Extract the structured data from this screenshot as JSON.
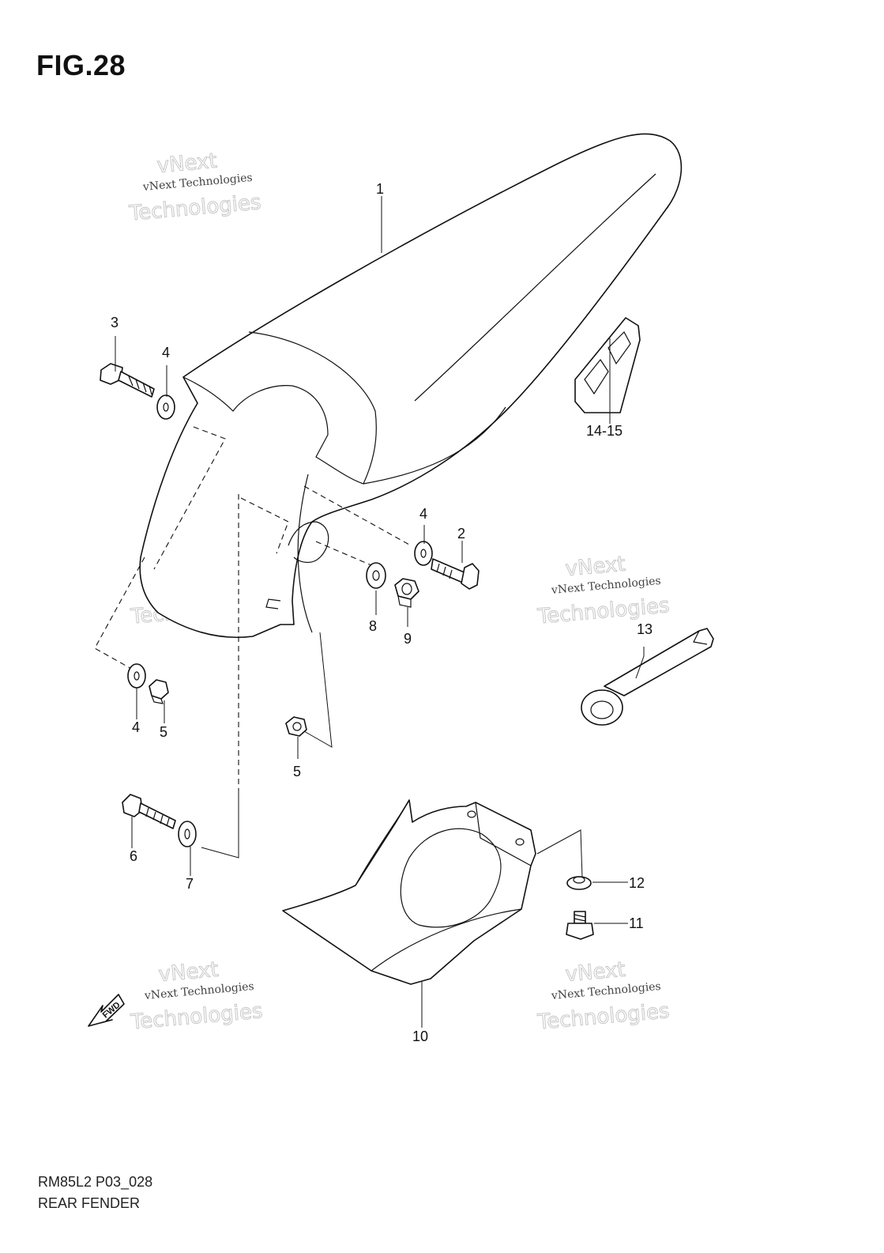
{
  "figure": {
    "title": "FIG.28"
  },
  "footer": {
    "code": "RM85L2 P03_028",
    "name": "REAR FENDER"
  },
  "callouts": [
    {
      "id": "1",
      "label": "1"
    },
    {
      "id": "2",
      "label": "2"
    },
    {
      "id": "3",
      "label": "3"
    },
    {
      "id": "4a",
      "label": "4"
    },
    {
      "id": "4b",
      "label": "4"
    },
    {
      "id": "4c",
      "label": "4"
    },
    {
      "id": "5a",
      "label": "5"
    },
    {
      "id": "5b",
      "label": "5"
    },
    {
      "id": "6",
      "label": "6"
    },
    {
      "id": "7",
      "label": "7"
    },
    {
      "id": "8",
      "label": "8"
    },
    {
      "id": "9",
      "label": "9"
    },
    {
      "id": "10",
      "label": "10"
    },
    {
      "id": "11",
      "label": "11"
    },
    {
      "id": "12",
      "label": "12"
    },
    {
      "id": "13",
      "label": "13"
    },
    {
      "id": "14-15",
      "label": "14-15"
    }
  ],
  "direction_marker": {
    "label": "FWD"
  },
  "watermark": {
    "line1": "vNext Technologies",
    "line2": "vNext",
    "line3": "Technologies"
  },
  "colors": {
    "ink": "#111111",
    "background": "#ffffff",
    "watermark": "#c8c8c8"
  }
}
